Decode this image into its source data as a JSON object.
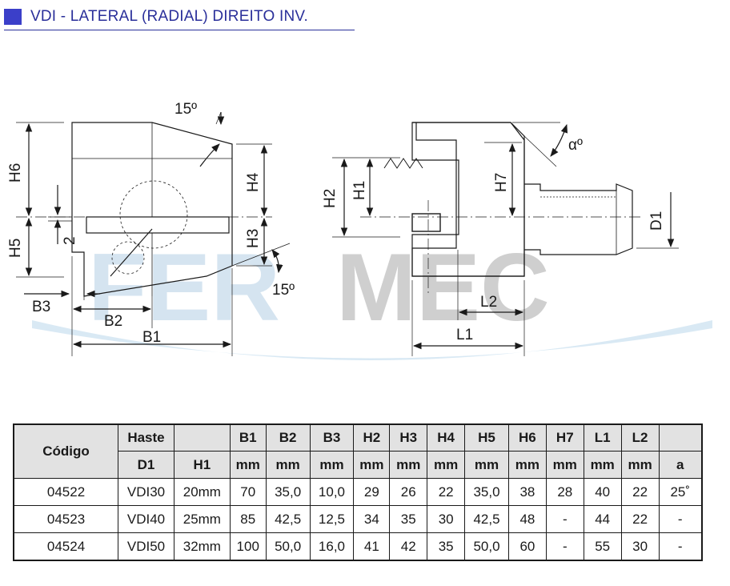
{
  "header": {
    "title": "VDI - LATERAL (RADIAL) DIREITO INV.",
    "accent": "#3b3fc9"
  },
  "drawing": {
    "labels": {
      "h6": "H6",
      "h5": "H5",
      "two": "2",
      "b3": "B3",
      "b2": "B2",
      "b1": "B1",
      "h4": "H4",
      "h3": "H3",
      "angle_top": "15º",
      "angle_bottom": "15º",
      "h2": "H2",
      "h1": "H1",
      "h7": "H7",
      "alpha": "αº",
      "d1": "D1",
      "l2": "L2",
      "l1": "L1"
    },
    "watermark": "FERMEC"
  },
  "table": {
    "head1": [
      "Código",
      "Haste",
      "",
      "B1",
      "B2",
      "B3",
      "H2",
      "H3",
      "H4",
      "H5",
      "H6",
      "H7",
      "L1",
      "L2",
      ""
    ],
    "head2": [
      "D1",
      "H1",
      "mm",
      "mm",
      "mm",
      "mm",
      "mm",
      "mm",
      "mm",
      "mm",
      "mm",
      "mm",
      "mm",
      "a"
    ],
    "rows": [
      [
        "04522",
        "VDI30",
        "20mm",
        "70",
        "35,0",
        "10,0",
        "29",
        "26",
        "22",
        "35,0",
        "38",
        "28",
        "40",
        "22",
        "25˚"
      ],
      [
        "04523",
        "VDI40",
        "25mm",
        "85",
        "42,5",
        "12,5",
        "34",
        "35",
        "30",
        "42,5",
        "48",
        "-",
        "44",
        "22",
        "-"
      ],
      [
        "04524",
        "VDI50",
        "32mm",
        "100",
        "50,0",
        "16,0",
        "41",
        "42",
        "35",
        "50,0",
        "60",
        "-",
        "55",
        "30",
        "-"
      ]
    ]
  }
}
